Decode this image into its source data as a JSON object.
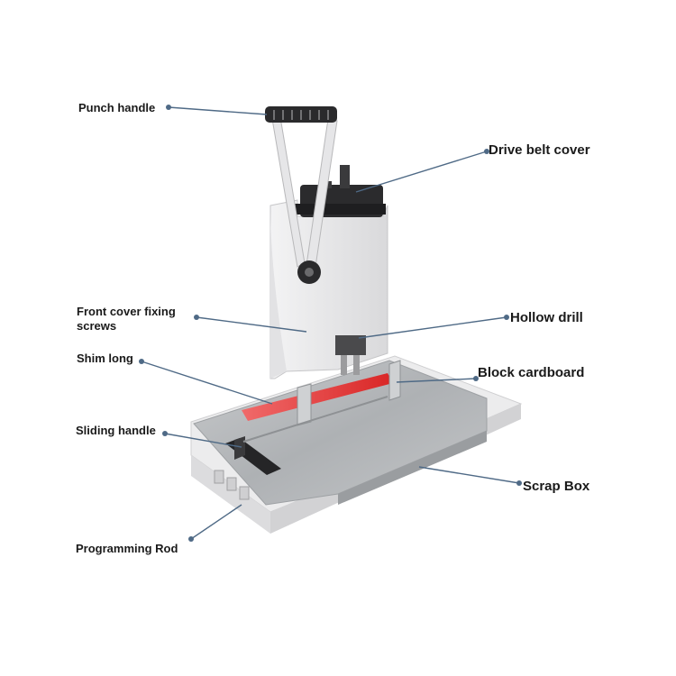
{
  "labels": {
    "punch_handle": "Punch handle",
    "drive_belt_cover": "Drive belt cover",
    "front_cover_fixing_screws_line1": "Front cover fixing",
    "front_cover_fixing_screws_line2": "screws",
    "hollow_drill": "Hollow drill",
    "shim_long": "Shim long",
    "block_cardboard": "Block cardboard",
    "sliding_handle": "Sliding handle",
    "scrap_box": "Scrap Box",
    "programming_rod": "Programming Rod"
  },
  "colors": {
    "leader_line": "#4f6a86",
    "machine_body": "#e9e9ea",
    "steel_table": "#b9bcbf",
    "red_strip": "#e23a3a",
    "dark_parts": "#2a2a2a"
  }
}
